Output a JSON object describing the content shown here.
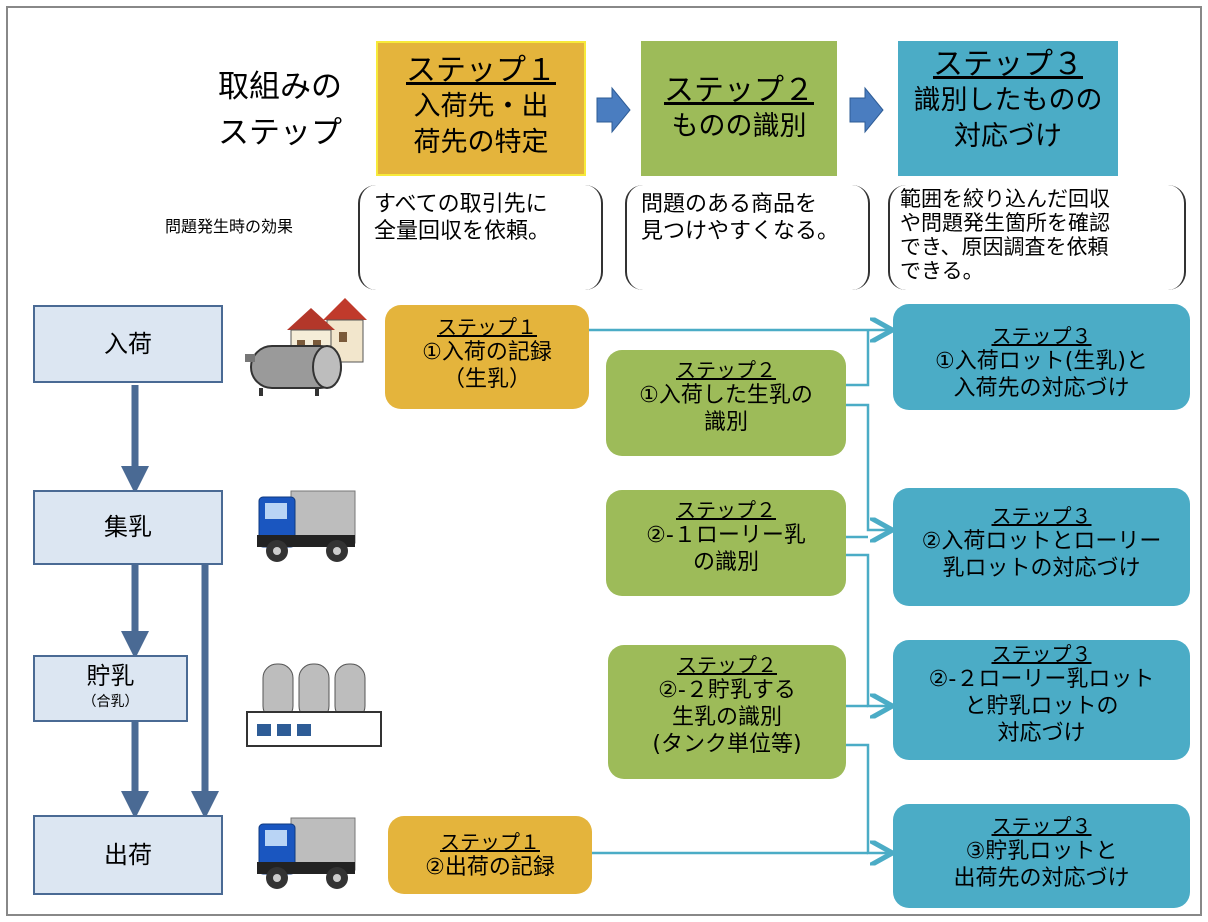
{
  "header": {
    "title": "取組みの\nステップ",
    "steps": [
      {
        "label": "ステップ１",
        "text": "入荷先・出\n荷先の特定"
      },
      {
        "label": "ステップ２",
        "text": "ものの識別"
      },
      {
        "label": "ステップ３",
        "text": "識別したものの\n対応づけ"
      }
    ]
  },
  "effects": {
    "label": "問題発生時の効果",
    "items": [
      "すべての取引先に\n全量回収を依頼。",
      "問題のある商品を\n見つけやすくなる。",
      "範囲を絞り込んだ回収\nや問題発生箇所を確認\nでき、原因調査を依頼\nできる。"
    ]
  },
  "flow": {
    "receiving": "入荷",
    "collection": "集乳",
    "storage": "貯乳",
    "storage_sub": "（合乳）",
    "shipping": "出荷"
  },
  "boxes": {
    "s1a": {
      "label": "ステップ１",
      "text": "①入荷の記録\n（生乳）"
    },
    "s1b": {
      "label": "ステップ１",
      "text": "②出荷の記録"
    },
    "s2a": {
      "label": "ステップ２",
      "text": "①入荷した生乳の\n識別"
    },
    "s2b": {
      "label": "ステップ２",
      "text": "②-１ローリー乳\nの識別"
    },
    "s2c": {
      "label": "ステップ２",
      "text": "②-２貯乳する\n生乳の識別\n(タンク単位等)"
    },
    "s3a": {
      "label": "ステップ３",
      "text": "①入荷ロット(生乳)と\n入荷先の対応づけ"
    },
    "s3b": {
      "label": "ステップ３",
      "text": "②入荷ロットとローリー\n乳ロットの対応づけ"
    },
    "s3c": {
      "label": "ステップ３",
      "text": "②-２ローリー乳ロット\nと貯乳ロットの\n対応づけ"
    },
    "s3d": {
      "label": "ステップ３",
      "text": "③貯乳ロットと\n出荷先の対応づけ"
    }
  },
  "icons": [
    "farm-tank-icon",
    "truck-icon",
    "storage-tanks-icon",
    "truck-icon"
  ],
  "colors": {
    "step1": "#E4B43C",
    "step2": "#9DBB59",
    "step3": "#4BACC6",
    "flow_box": "#DCE6F2",
    "flow_arrow": "#4A6A94",
    "connector": "#4BACC6"
  }
}
